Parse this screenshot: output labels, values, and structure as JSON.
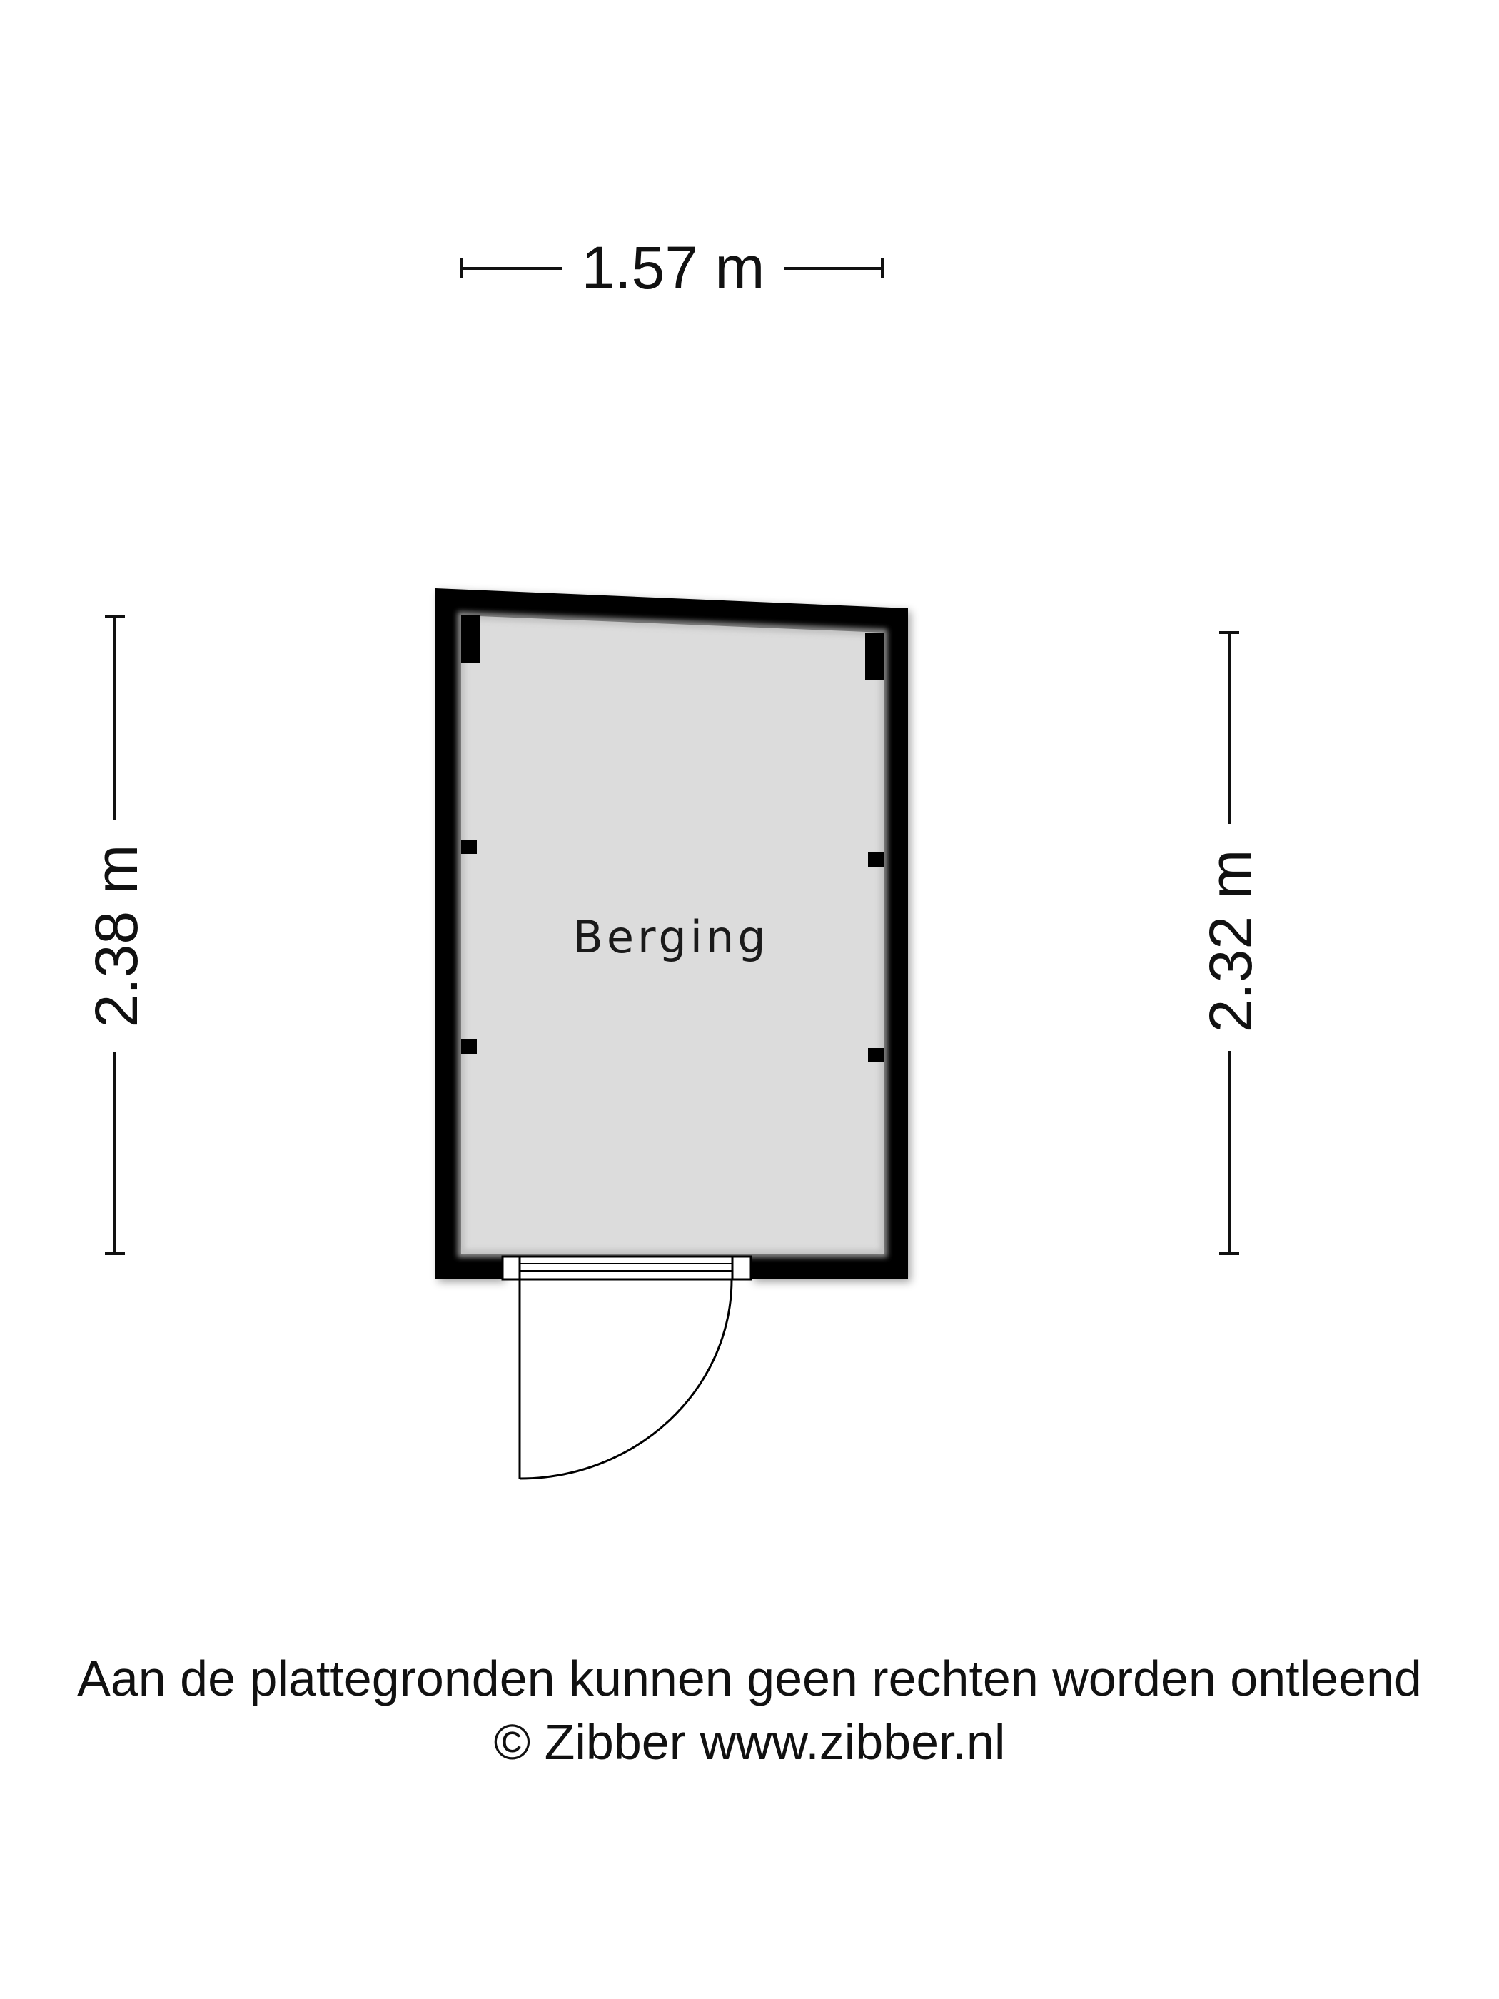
{
  "dimensions": {
    "width": "1.57 m",
    "left_height": "2.38 m",
    "right_height": "2.32 m"
  },
  "room": {
    "label": "Berging",
    "floor_color": "#dcdcdc",
    "wall_color": "#000000"
  },
  "footer": {
    "disclaimer": "Aan de plattegronden kunnen geen rechten worden ontleend",
    "copyright": "© Zibber www.zibber.nl"
  }
}
